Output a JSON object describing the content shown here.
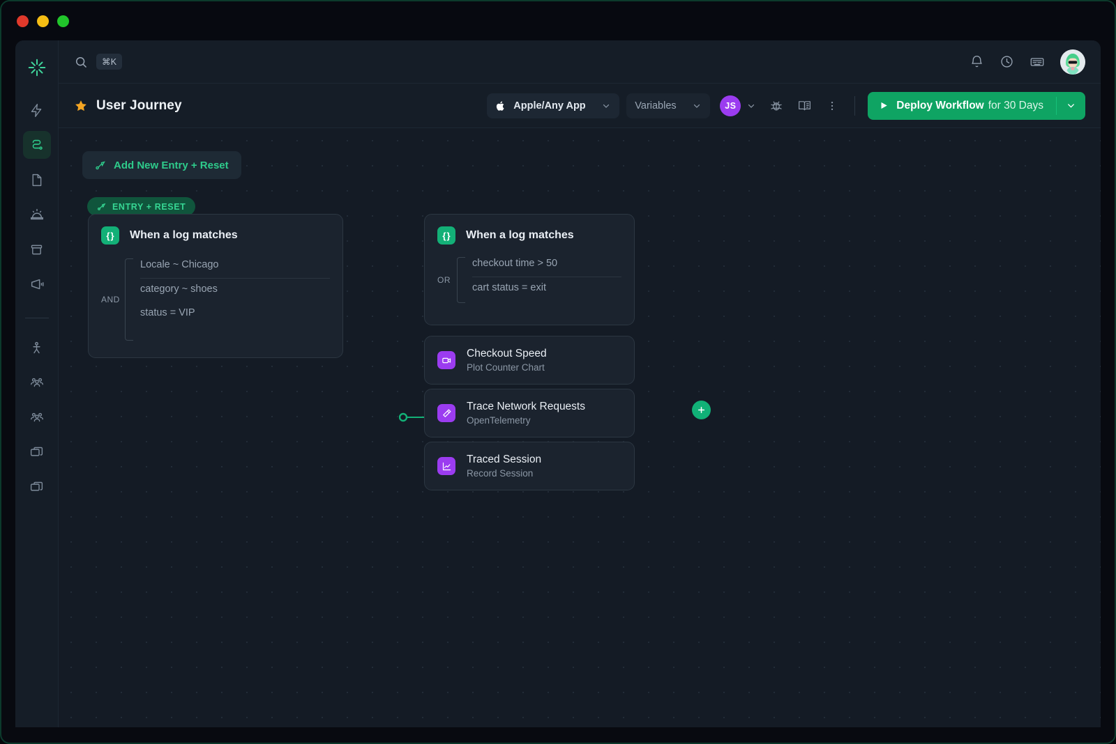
{
  "window": {
    "lights": [
      "close",
      "minimize",
      "zoom"
    ]
  },
  "sidebar": {
    "logo": "asterisk-logo",
    "items": [
      {
        "icon": "lightning-icon",
        "name": "automations"
      },
      {
        "icon": "journey-path-icon",
        "name": "journeys",
        "active": true
      },
      {
        "icon": "document-icon",
        "name": "documents"
      },
      {
        "icon": "alert-siren-icon",
        "name": "alerts"
      },
      {
        "icon": "archive-box-icon",
        "name": "archive"
      },
      {
        "icon": "megaphone-icon",
        "name": "announcements"
      },
      {
        "icon": "person-icon",
        "name": "users"
      },
      {
        "icon": "group-icon",
        "name": "teams"
      },
      {
        "icon": "group-alt-icon",
        "name": "segments"
      },
      {
        "icon": "window-stack-icon",
        "name": "boards"
      },
      {
        "icon": "window-stack-alt-icon",
        "name": "workspaces"
      }
    ]
  },
  "topbar": {
    "search_icon": "search-icon",
    "shortcut": "⌘K",
    "icons": [
      "bell-icon",
      "clock-history-icon",
      "keyboard-icon"
    ],
    "avatar": "user-avatar"
  },
  "toolbar": {
    "star_icon": "star-icon",
    "title": "User Journey",
    "app_select": {
      "label": "Apple/Any App",
      "icon": "apple-icon"
    },
    "variables_select": {
      "label": "Variables"
    },
    "user_badge": "JS",
    "icons": [
      "bug-icon",
      "book-icon",
      "more-vertical-icon"
    ],
    "deploy": {
      "strong": "Deploy Workflow",
      "light": "for 30 Days",
      "icon": "play-icon"
    }
  },
  "canvas": {
    "add_entry": {
      "label": "Add New Entry + Reset",
      "icon": "branch-icon"
    },
    "entry_badge": {
      "label": "ENTRY + RESET",
      "icon": "branch-icon"
    },
    "nodes": [
      {
        "title": "When a log matches",
        "icon": "braces-icon",
        "operator": "AND",
        "conditions": [
          "Locale ~ Chicago",
          "category ~ shoes",
          "status = VIP"
        ]
      },
      {
        "title": "When a log matches",
        "icon": "braces-icon",
        "operator": "OR",
        "conditions": [
          "checkout time > 50",
          "cart status = exit"
        ]
      }
    ],
    "actions": [
      {
        "title": "Checkout Speed",
        "subtitle": "Plot Counter Chart",
        "icon": "video-icon"
      },
      {
        "title": "Trace Network Requests",
        "subtitle": "OpenTelemetry",
        "icon": "wand-icon"
      },
      {
        "title": "Traced Session",
        "subtitle": "Record Session",
        "icon": "line-chart-icon"
      }
    ],
    "connector": {
      "add_icon": "plus-icon",
      "add_branch_icon": "plus-icon"
    }
  },
  "colors": {
    "accent": "#0fa463",
    "purple": "#9b3cf0",
    "star": "#f5a623",
    "canvas": "#141b25"
  }
}
